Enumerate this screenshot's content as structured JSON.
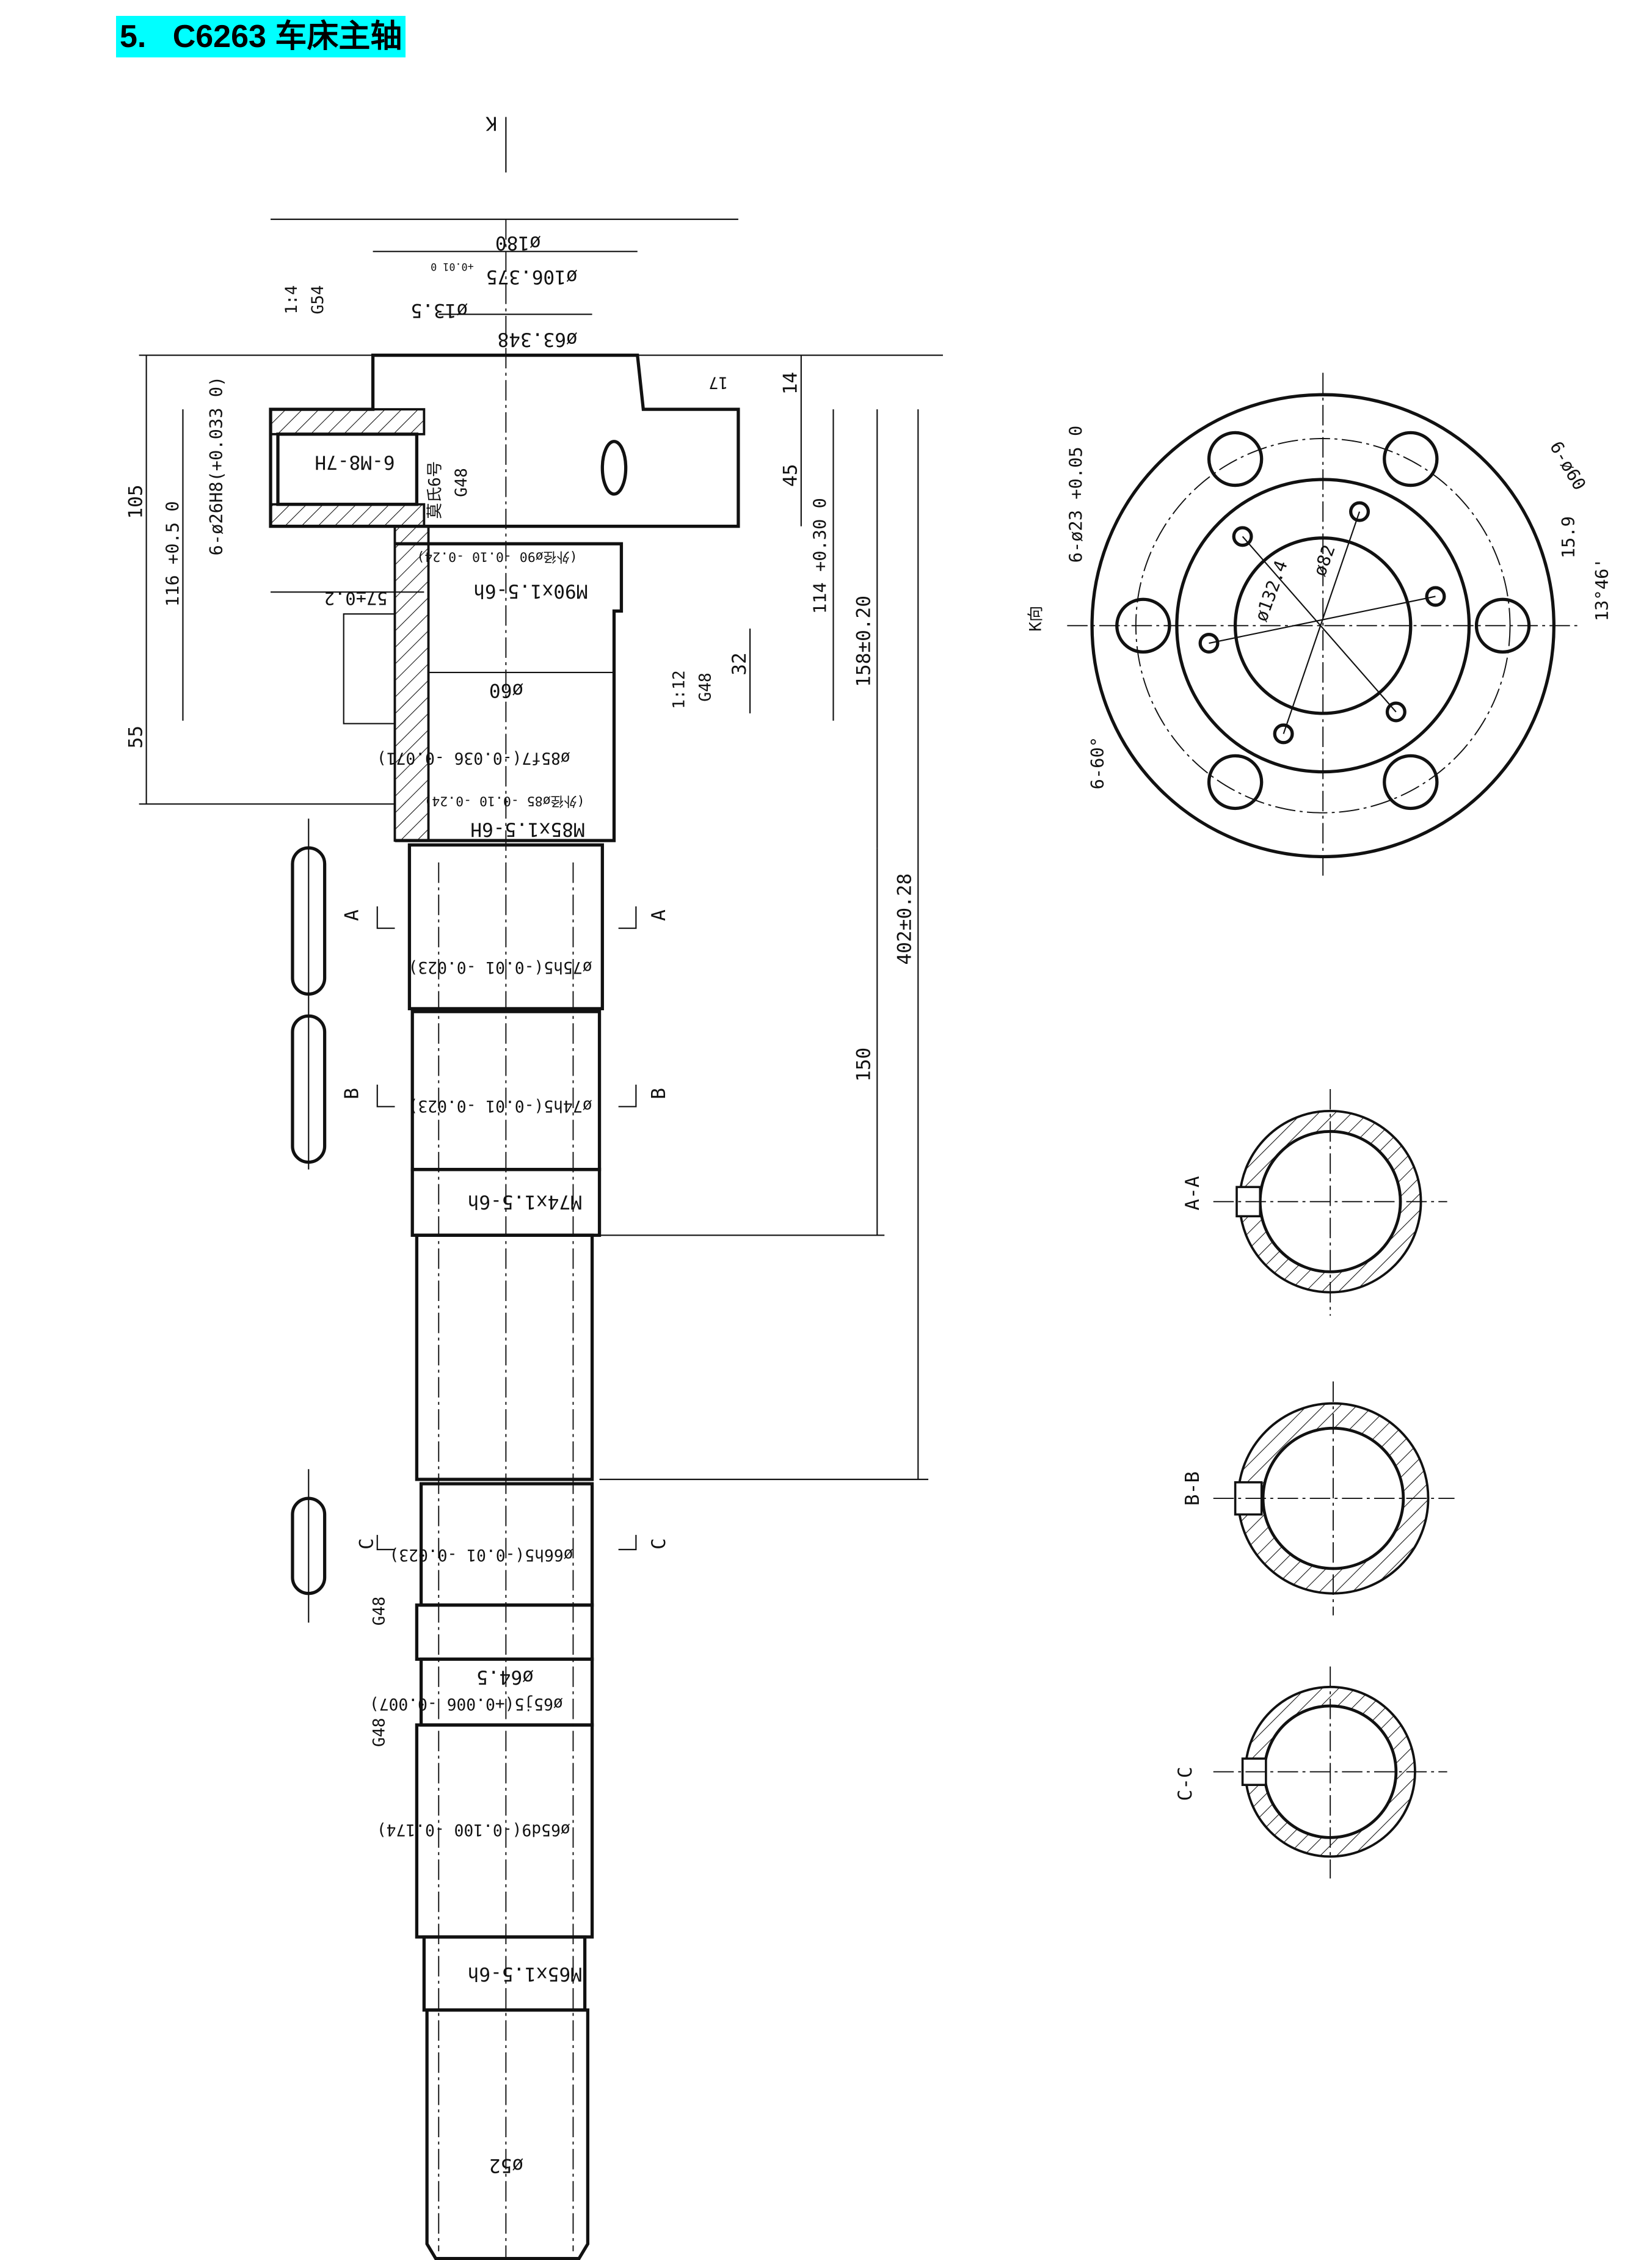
{
  "title": "5.   C6263 车床主轴",
  "colors": {
    "title_bg": "#00ffff",
    "line": "#111111"
  },
  "main_view": {
    "view_arrow": "K",
    "dims": {
      "d180": "ø180",
      "d106": "ø106.375",
      "d106_tol": "+0.01 0",
      "d13": "ø13.5",
      "d63": "ø63.348",
      "taper_g54": "1:4",
      "g54": "G54",
      "d17": "17",
      "d14": "14",
      "d45": "45",
      "m8": "6-M8-7H",
      "morse": "莫氏6号",
      "morse_g48": "G48",
      "d26": "6-ø26H8(+0.033 0)",
      "d105": "105",
      "d116": "116 +0.5 0",
      "d114": "114 +0.30 0",
      "d57": "57±0.2",
      "od90": "(外径ø90 -0.10 -0.24)",
      "m90": "M90x1.5-6h",
      "d60": "ø60",
      "taper_g48": "1:12",
      "g48_a": "G48",
      "d32": "32",
      "d158": "158±0.20",
      "d55": "55",
      "d85f7": "ø85f7(-0.036 -0.071)",
      "od85": "(外径ø85 -0.10 -0.24)",
      "m85": "M85x1.5-6H",
      "sec_a": "A",
      "d75": "ø75h5(-0.01 -0.023)",
      "d402": "402±0.28",
      "sec_b": "B",
      "d74": "ø74h5(-0.01 -0.023)",
      "d150": "150",
      "m74": "M74x1.5-6h",
      "sec_c": "C",
      "d66": "ø66h5(-0.01 -0.023)",
      "g48_b": "G48",
      "d64": "ø64.5",
      "d65j5": "ø65j5(+0.006 -0.007)",
      "g48_c": "G48",
      "d65d9": "ø65d9(-0.100 -0.174)",
      "m65": "M65x1.5-6h",
      "d52": "ø52"
    }
  },
  "flange_view": {
    "label": "K向",
    "holes": "6-ø23 +0.05 0",
    "d82": "ø82",
    "d132": "ø132.4",
    "d60": "6-ø60",
    "d15": "15.9",
    "angle": "13°46'",
    "sixty": "6-60°"
  },
  "sections": [
    {
      "label": "A-A"
    },
    {
      "label": "B-B"
    },
    {
      "label": "C-C"
    }
  ]
}
